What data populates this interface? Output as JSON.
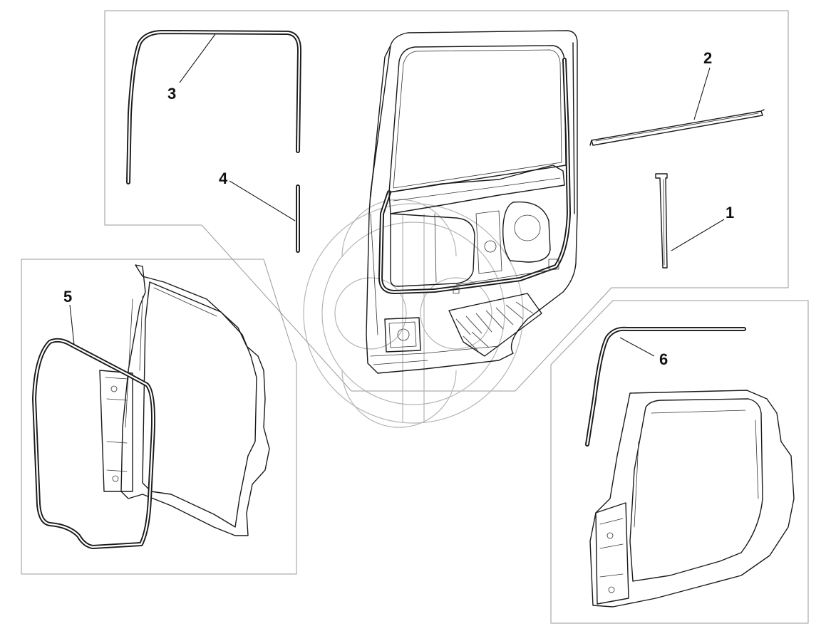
{
  "callouts": {
    "c1": "1",
    "c2": "2",
    "c3": "3",
    "c4": "4",
    "c5": "5",
    "c6": "6"
  },
  "colors": {
    "line": "#1a1a1a",
    "frame": "#9a9a9a",
    "watermark": "#b5b5b5",
    "background": "#ffffff"
  }
}
